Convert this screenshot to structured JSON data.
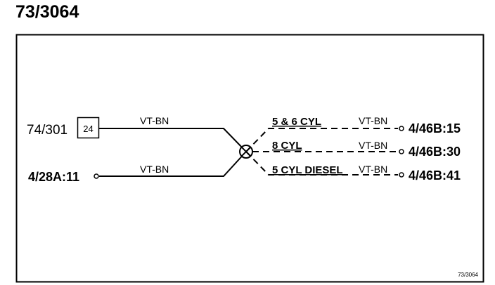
{
  "title": "73/3064",
  "figure_ref": "73/3064",
  "left_connectors": {
    "top": {
      "label": "74/301",
      "box_label": "24",
      "wire": "VT-BN"
    },
    "bottom": {
      "label": "4/28A:11",
      "wire": "VT-BN"
    }
  },
  "branches": [
    {
      "variant": "5 & 6 CYL",
      "wire": "VT-BN",
      "terminal": "4/46B:15"
    },
    {
      "variant": "8 CYL",
      "wire": "VT-BN",
      "terminal": "4/46B:30"
    },
    {
      "variant": "5 CYL DIESEL",
      "wire": "VT-BN",
      "terminal": "4/46B:41"
    }
  ],
  "colors": {
    "line": "#000000",
    "background": "#ffffff"
  }
}
